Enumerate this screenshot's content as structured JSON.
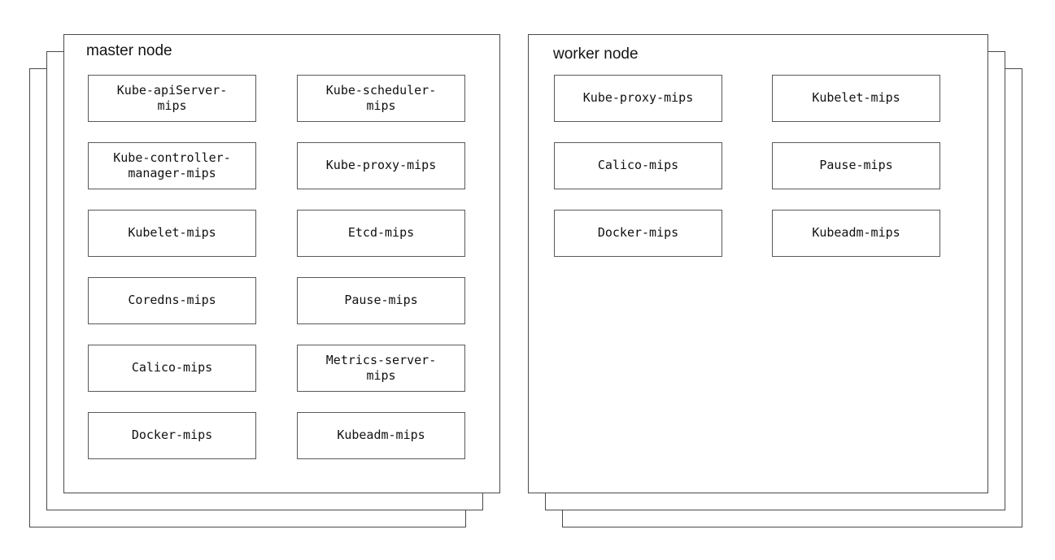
{
  "master": {
    "title": "master node",
    "components": [
      {
        "label": "Kube-apiServer-\nmips"
      },
      {
        "label": "Kube-scheduler-\nmips"
      },
      {
        "label": "Kube-controller-\nmanager-mips"
      },
      {
        "label": "Kube-proxy-mips"
      },
      {
        "label": "Kubelet-mips"
      },
      {
        "label": "Etcd-mips"
      },
      {
        "label": "Coredns-mips"
      },
      {
        "label": "Pause-mips"
      },
      {
        "label": "Calico-mips"
      },
      {
        "label": "Metrics-server-\nmips"
      },
      {
        "label": "Docker-mips"
      },
      {
        "label": "Kubeadm-mips"
      }
    ]
  },
  "worker": {
    "title": "worker node",
    "components": [
      {
        "label": "Kube-proxy-mips"
      },
      {
        "label": "Kubelet-mips"
      },
      {
        "label": "Calico-mips"
      },
      {
        "label": "Pause-mips"
      },
      {
        "label": "Docker-mips"
      },
      {
        "label": "Kubeadm-mips"
      }
    ]
  }
}
